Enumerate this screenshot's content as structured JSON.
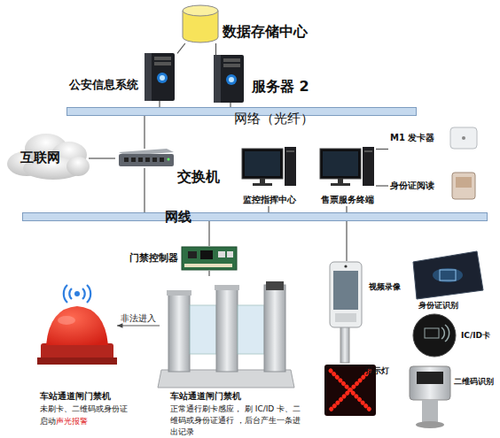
{
  "diagram": {
    "nodes": [
      {
        "text": [
          "数据存储中心"
        ]
      },
      {
        "text": [
          "公安信息系统"
        ]
      },
      {
        "text": [
          "服务器 2"
        ]
      },
      {
        "text": [
          "网络（光纤）"
        ]
      },
      {
        "text": [
          "互联网"
        ]
      },
      {
        "text": [
          "交换机"
        ]
      },
      {
        "text": [
          "监控指挥中心"
        ]
      },
      {
        "text": [
          "售票服务终端"
        ]
      },
      {
        "text": [
          "M1 发卡器"
        ]
      },
      {
        "text": [
          "身份证阅读"
        ]
      },
      {
        "text": [
          "网线"
        ]
      },
      {
        "text": [
          "门禁控制器"
        ]
      },
      {
        "text": [
          "车站通道闸门禁机",
          "正常通行刷卡感应， 刷 IC/ID 卡、二维码或身份证通行 ，后台产生一条进出记录"
        ]
      },
      {
        "text": [
          "车站通道闸门禁机",
          "未刷卡、二维码或身份证 启动",
          "声光报警"
        ]
      },
      {
        "text": [
          "视频录像"
        ]
      },
      {
        "text": [
          "身份证识别"
        ]
      },
      {
        "text": [
          "IC/ID卡"
        ]
      },
      {
        "text": [
          "指示灯"
        ]
      },
      {
        "text": [
          "二维码识别"
        ]
      }
    ],
    "edges": [
      {
        "from": 0,
        "to": 1,
        "arrow": "none"
      },
      {
        "from": 0,
        "to": 2,
        "arrow": "none"
      },
      {
        "from": 1,
        "to": 3,
        "arrow": "none"
      },
      {
        "from": 2,
        "to": 3,
        "arrow": "none"
      },
      {
        "from": 4,
        "to": 5,
        "arrow": "none"
      },
      {
        "from": 5,
        "to": 3,
        "arrow": "none"
      },
      {
        "from": 5,
        "to": 10,
        "arrow": "none"
      },
      {
        "from": 6,
        "to": 10,
        "arrow": "none"
      },
      {
        "from": 7,
        "to": 10,
        "arrow": "none"
      },
      {
        "from": 7,
        "to": 8,
        "arrow": "none"
      },
      {
        "from": 7,
        "to": 9,
        "arrow": "none"
      },
      {
        "from": 10,
        "to": 11,
        "arrow": "none"
      },
      {
        "from": 11,
        "to": 12,
        "arrow": "none"
      },
      {
        "from": 10,
        "to": 14,
        "arrow": "none"
      },
      {
        "from": 12,
        "to": 13,
        "label": "非法进入",
        "arrow": "to"
      }
    ]
  }
}
